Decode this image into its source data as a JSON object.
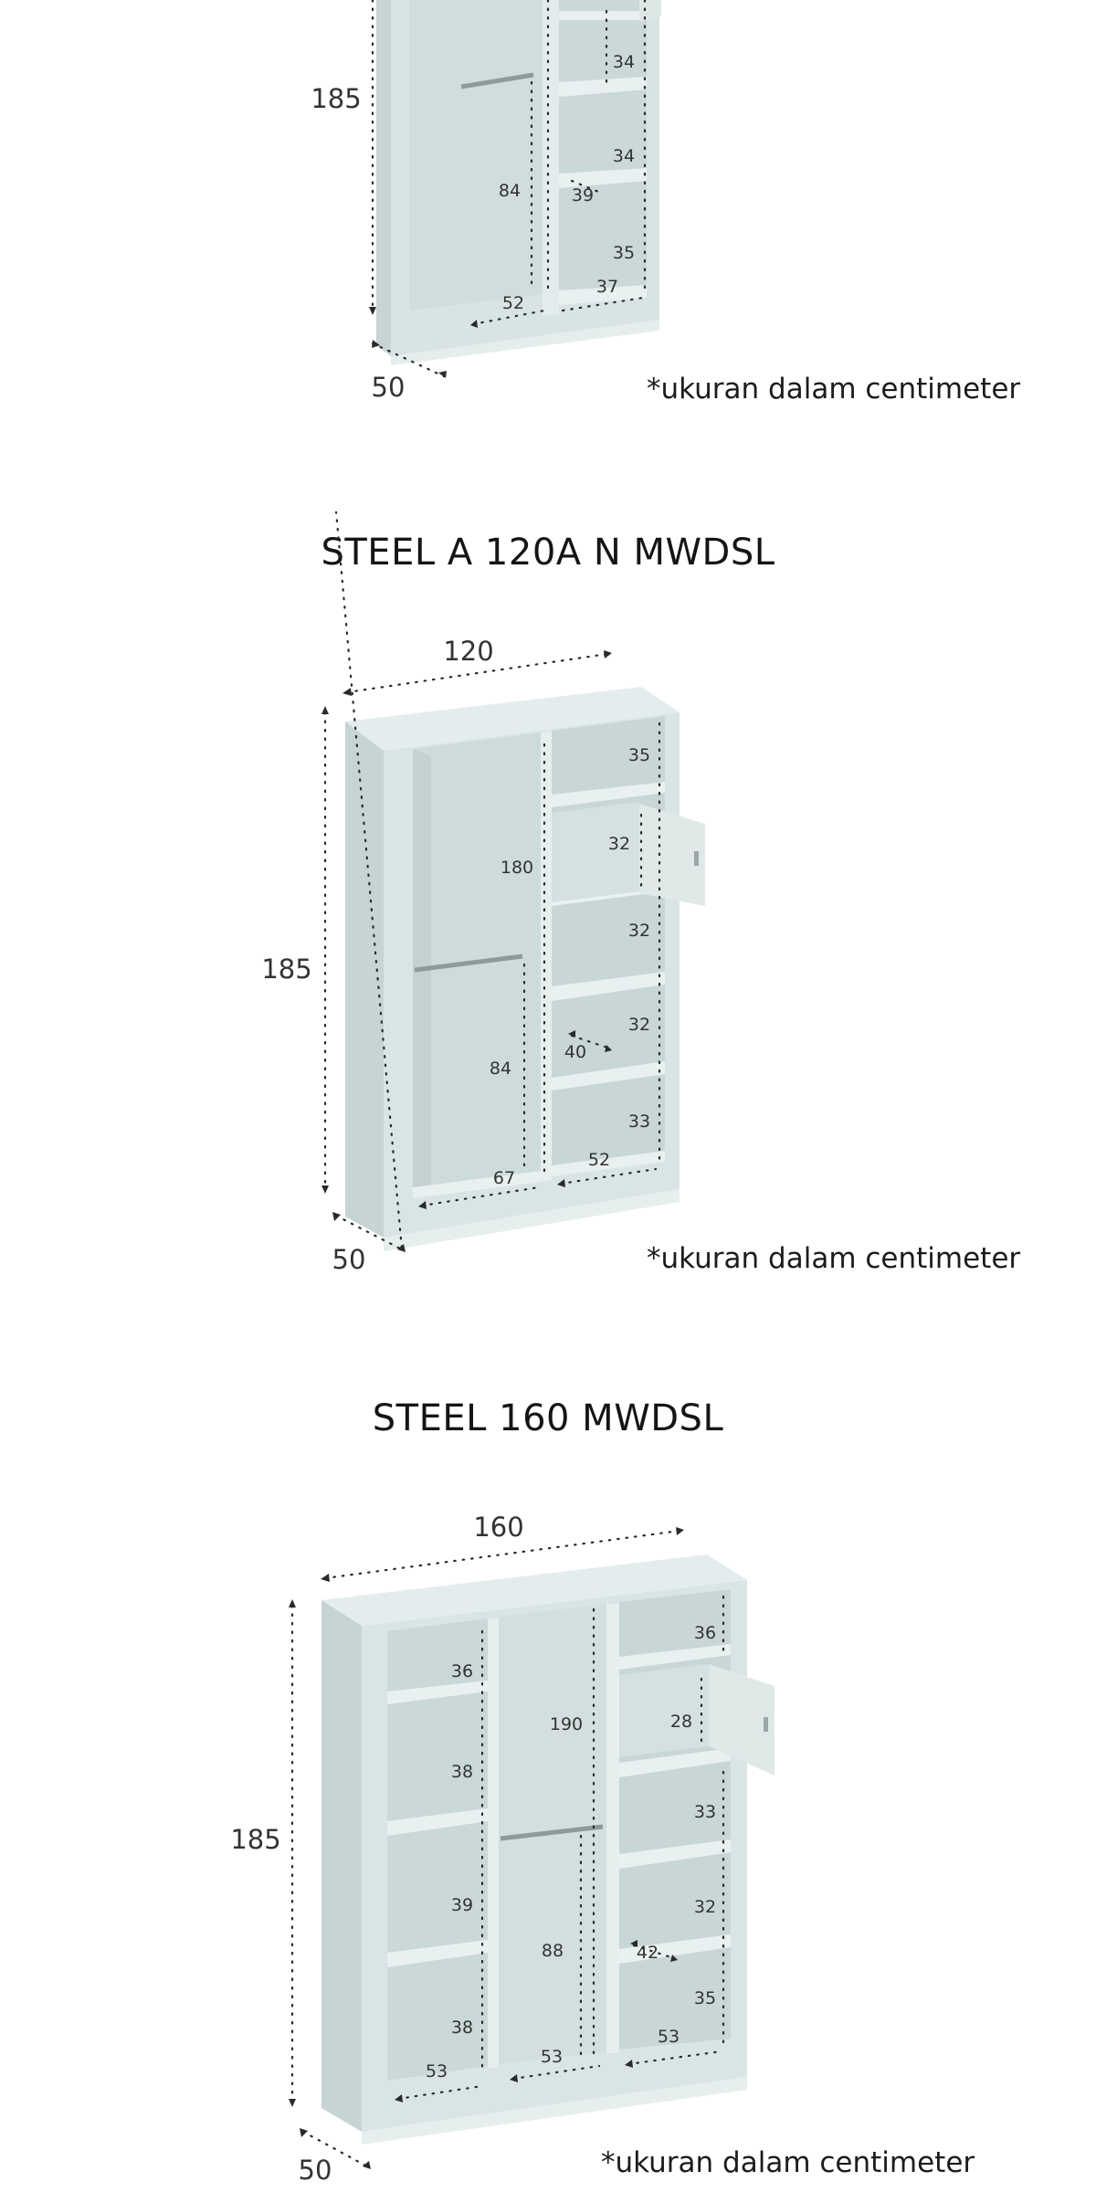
{
  "colors": {
    "panel_front": "#dbe6e5",
    "panel_side": "#c9d6d5",
    "panel_top": "#e4eded",
    "interior": "#d1dfde",
    "shelf": "#e6eeee",
    "dim_line": "#2a2a2a"
  },
  "section1": {
    "label_height": "185",
    "label_depth": "50",
    "left_bay": {
      "h_lower": "84",
      "w": "52"
    },
    "right_bay": {
      "h1": "34",
      "h2": "34",
      "h3": "35",
      "inner": "39",
      "w": "37"
    },
    "note": "*ukuran dalam centimeter"
  },
  "section2": {
    "title": "STEEL A 120A N MWDSL",
    "label_width": "120",
    "label_height": "185",
    "label_depth": "50",
    "left_bay": {
      "h_total": "180",
      "h_lower": "84",
      "w": "67"
    },
    "right_bay": {
      "h1": "35",
      "h2": "32",
      "h3": "32",
      "h4": "32",
      "h5": "33",
      "inner": "40",
      "w": "52"
    },
    "note": "*ukuran dalam centimeter"
  },
  "section3": {
    "title": "STEEL 160 MWDSL",
    "label_width": "160",
    "label_height": "185",
    "label_depth": "50",
    "left_bay": {
      "h1": "36",
      "h2": "38",
      "h3": "39",
      "h4": "38",
      "w": "53"
    },
    "mid_bay": {
      "h_total": "190",
      "h_lower": "88",
      "w": "53"
    },
    "right_bay": {
      "h1": "36",
      "h2": "28",
      "h3": "33",
      "h4": "32",
      "h5": "35",
      "inner": "42",
      "w": "53"
    },
    "note": "*ukuran dalam centimeter"
  }
}
